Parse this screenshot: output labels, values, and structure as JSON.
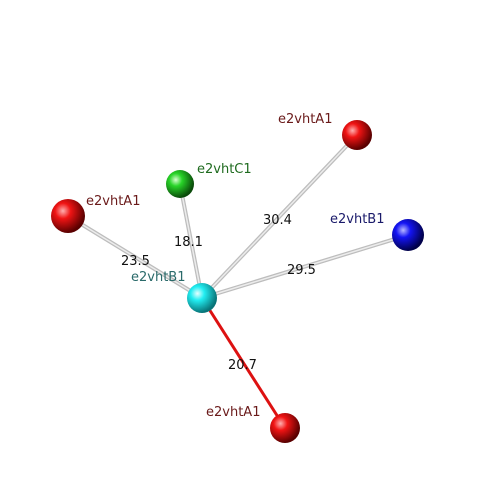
{
  "graph": {
    "nodes": [
      {
        "id": "center",
        "label": "e2vhtB1",
        "color": "#19e8ec",
        "label_color": "#2a6a6a"
      },
      {
        "id": "c1",
        "label": "e2vhtC1",
        "color": "#22cc22",
        "label_color": "#1f6b1f"
      },
      {
        "id": "a1_top",
        "label": "e2vhtA1",
        "color": "#e01010",
        "label_color": "#6a1a1a"
      },
      {
        "id": "a1_left",
        "label": "e2vhtA1",
        "color": "#e01010",
        "label_color": "#6a1a1a"
      },
      {
        "id": "b1_right",
        "label": "e2vhtB1",
        "color": "#1010ee",
        "label_color": "#1a1a6a"
      },
      {
        "id": "a1_bottom",
        "label": "e2vhtA1",
        "color": "#e01010",
        "label_color": "#6a1a1a"
      }
    ],
    "edges": [
      {
        "from": "center",
        "to": "c1",
        "label": "18.1",
        "color": "#c8c8c8"
      },
      {
        "from": "center",
        "to": "a1_top",
        "label": "30.4",
        "color": "#c8c8c8"
      },
      {
        "from": "center",
        "to": "a1_left",
        "label": "23.5",
        "color": "#c8c8c8"
      },
      {
        "from": "center",
        "to": "b1_right",
        "label": "29.5",
        "color": "#c8c8c8"
      },
      {
        "from": "center",
        "to": "a1_bottom",
        "label": "20.7",
        "color": "#dd1111"
      }
    ]
  }
}
